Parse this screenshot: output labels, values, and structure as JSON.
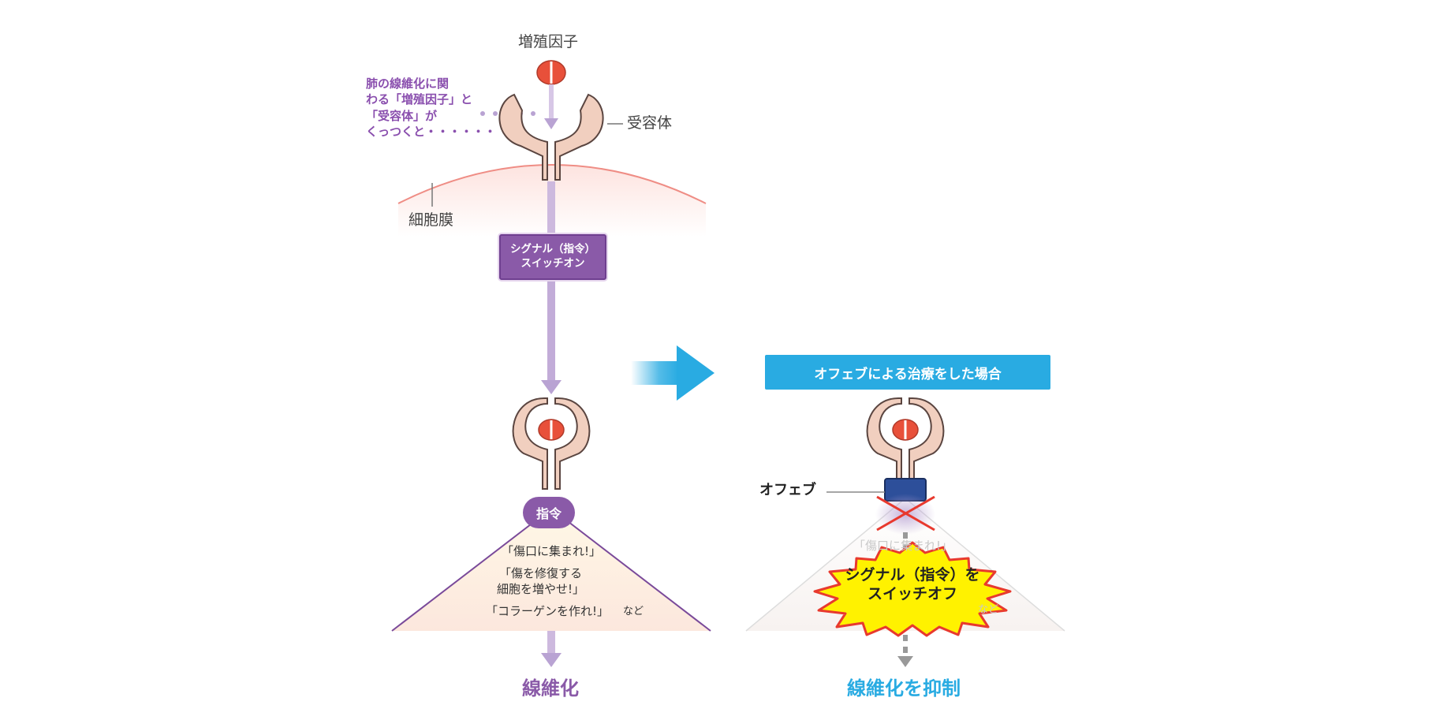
{
  "left": {
    "growth_factor_label": "増殖因子",
    "receptor_label": "受容体",
    "membrane_label": "細胞膜",
    "note": "肺の線維化に関\nわる「増殖因子」と\n「受容体」が\nくっつくと・・・・・・",
    "signal_box": "シグナル（指令）\nスイッチオン",
    "command_pill": "指令",
    "commands": [
      "「傷口に集まれ!」",
      "「傷を修復する\n細胞を増やせ!」",
      "「コラーゲンを作れ!」"
    ],
    "commands_suffix": "など",
    "result": "線維化"
  },
  "right": {
    "title": "オフェブによる治療をした場合",
    "drug_label": "オフェブ",
    "burst_text": "シグナル（指令）を\nスイッチオフ",
    "faded_command": "「傷口に集まれ!」",
    "faded_suffix": "など",
    "result": "線維化を抑制"
  },
  "colors": {
    "purple": "#8a5aa8",
    "blue": "#29abe2",
    "receptor": "#f1cfbf",
    "growth_factor": "#e8503a",
    "drug": "#2d4f9a",
    "burst": "#fff200",
    "burst_outline": "#e8392e"
  },
  "icons": [
    "growth-factor-icon",
    "receptor-icon",
    "arrow-right-icon",
    "cross-icon",
    "burst-icon"
  ]
}
